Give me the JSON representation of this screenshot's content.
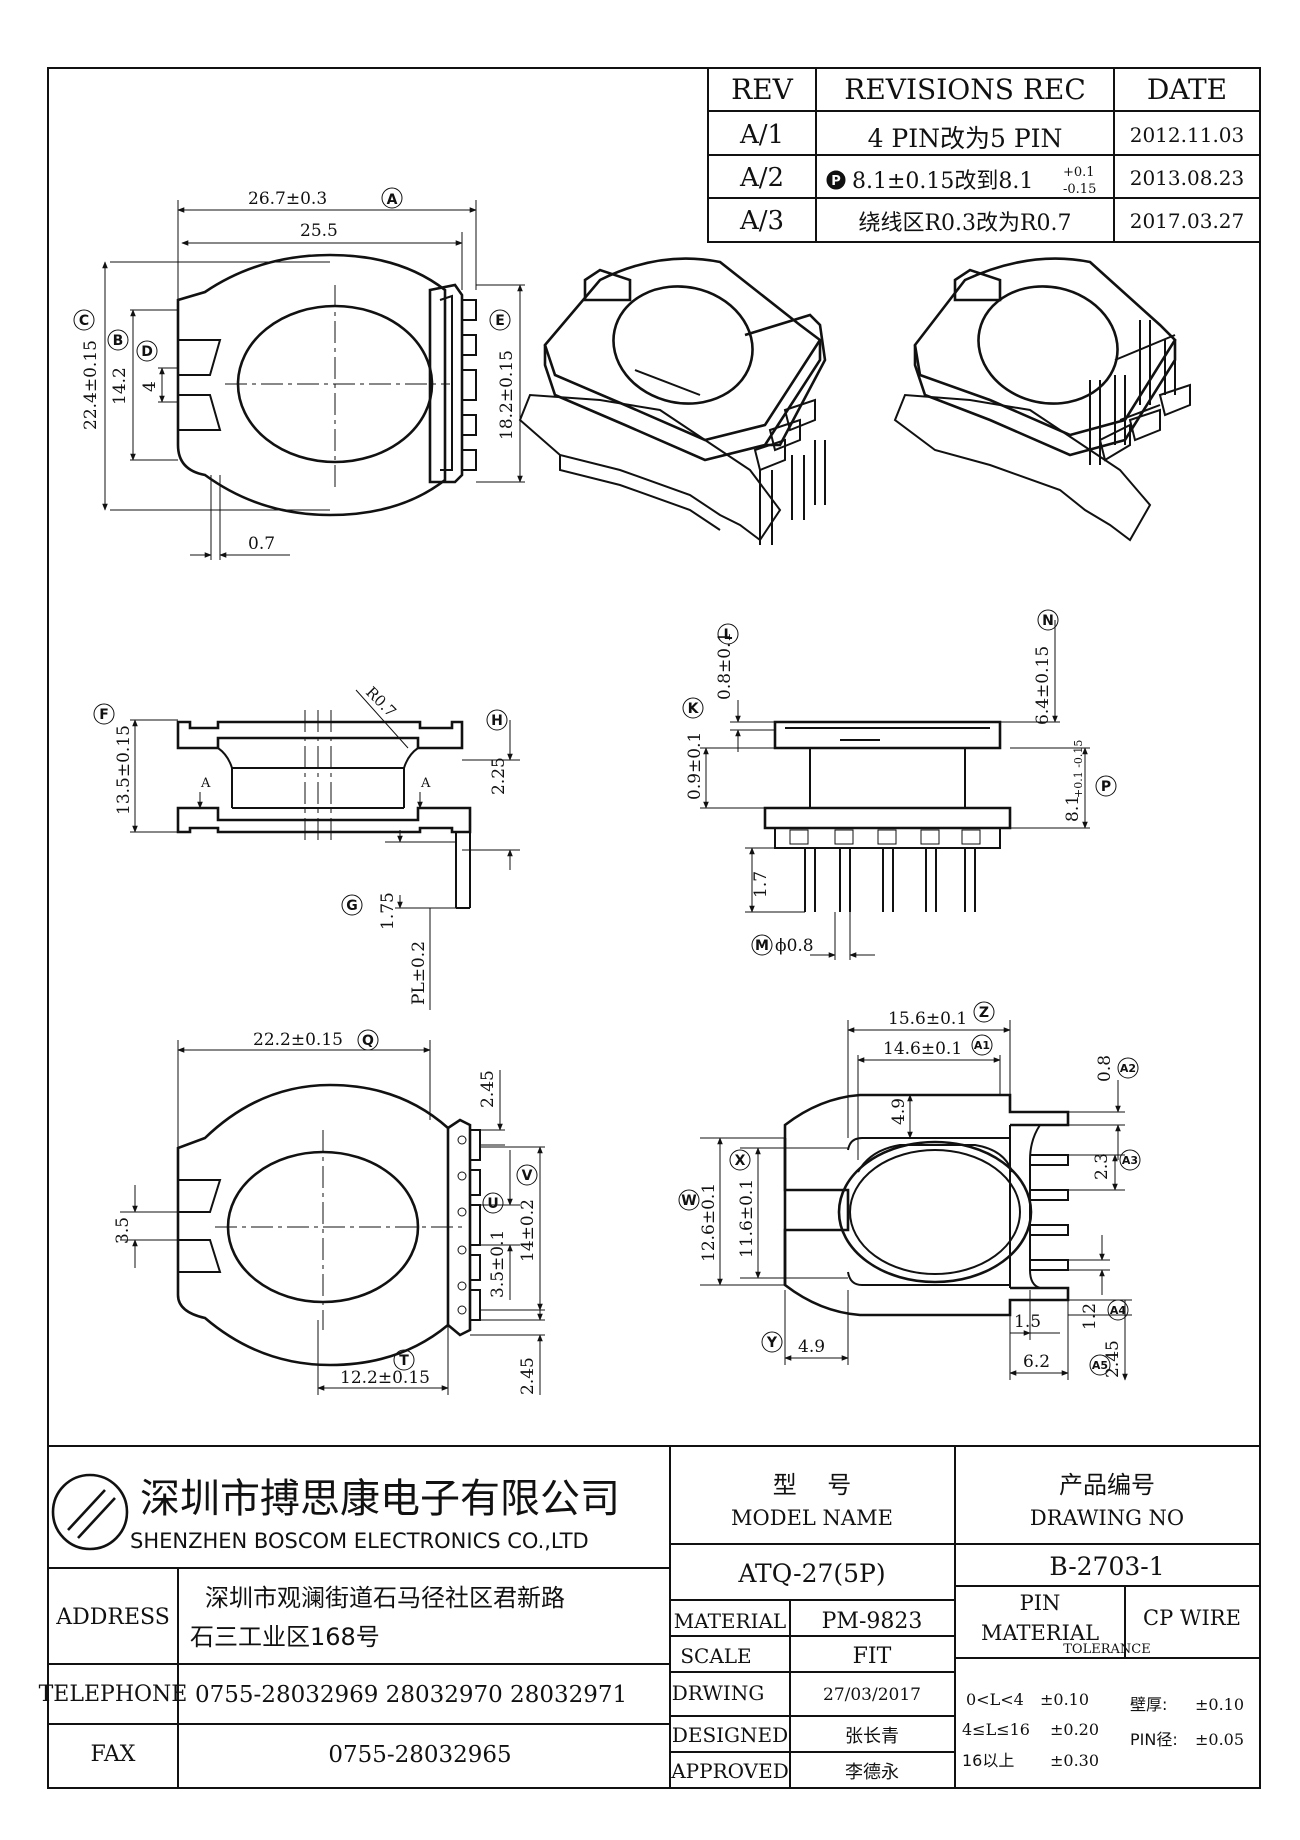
{
  "revisions": {
    "headers": {
      "rev": "REV",
      "rec": "REVISIONS REC",
      "date": "DATE"
    },
    "rows": [
      {
        "rev": "A/1",
        "rec": "4 PIN改为5 PIN",
        "date": "2012.11.03"
      },
      {
        "rev": "A/2",
        "rec_pre": "8.1±0.15改到8.1",
        "rec_sup": "+0.1",
        "rec_sub": "-0.15",
        "date": "2013.08.23"
      },
      {
        "rev": "A/3",
        "rec": "绕线区R0.3改为R0.7",
        "date": "2017.03.27"
      }
    ]
  },
  "markers": {
    "A": "A",
    "B": "B",
    "C": "C",
    "D": "D",
    "E": "E",
    "F": "F",
    "G": "G",
    "H": "H",
    "K": "K",
    "L": "L",
    "M": "M",
    "N": "N",
    "P": "P",
    "Q": "Q",
    "T": "T",
    "U": "U",
    "V": "V",
    "W": "W",
    "X": "X",
    "Y": "Y",
    "Z": "Z",
    "A1": "A1",
    "A2": "A2",
    "A3": "A3",
    "A4": "A4",
    "A5": "A5"
  },
  "top_view": {
    "width_overall": "26.7±0.3",
    "width_inner": "25.5",
    "height_overall": "22.4±0.15",
    "height_flange": "14.2",
    "slot": "4",
    "pin_height": "18.2±0.15",
    "offset": "0.7"
  },
  "side_view": {
    "height": "13.5±0.15",
    "radius": "R0.7",
    "gap": "2.25",
    "section_mark": "A",
    "pin_len": "1.75",
    "pin_pl": "PL±0.2"
  },
  "front_view": {
    "top_thick": "0.8±0.1",
    "flange": "0.9±0.1",
    "height_n": "6.4±0.15",
    "height_p": "8.1",
    "height_p_tol": "+0.1 -0.15",
    "standoff": "1.7",
    "pin_dia": "ϕ0.8"
  },
  "bottom_view": {
    "width": "22.2±0.15",
    "pitch_top": "2.45",
    "notch": "3.5",
    "pin_u": "3.5±0.1",
    "span_v": "14±0.2",
    "bottom_w": "12.2±0.15",
    "pitch_bottom": "2.45"
  },
  "section_view": {
    "outer": "15.6±0.1",
    "inner": "14.6±0.1",
    "wall": "4.9",
    "top_gap": "0.8",
    "pitch": "2.3",
    "h_outer": "12.6±0.1",
    "h_inner": "11.6±0.1",
    "left": "4.9",
    "pin_w": "1.5",
    "tip": "6.2",
    "pin_t": "1.2",
    "end": "2.45"
  },
  "company": {
    "name_cn": "深圳市搏思康电子有限公司",
    "name_en": "SHENZHEN BOSCOM ELECTRONICS CO.,LTD",
    "address_label": "ADDRESS",
    "address_line1": "深圳市观澜街道石马径社区君新路",
    "address_line2": "石三工业区168号",
    "telephone_label": "TELEPHONE",
    "telephone": "0755-28032969 28032970 28032971",
    "fax_label": "FAX",
    "fax": "0755-28032965"
  },
  "title_block": {
    "model_cn": "型    号",
    "model_en": "MODEL NAME",
    "model": "ATQ-27(5P)",
    "drawing_cn": "产品编号",
    "drawing_en": "DRAWING NO",
    "drawing": "B-2703-1",
    "material_label": "MATERIAL",
    "material": "PM-9823",
    "scale_label": "SCALE",
    "scale": "FIT",
    "drawing_label": "DRWING",
    "drawing_date": "27/03/2017",
    "designed_label": "DESIGNED",
    "designed": "张长青",
    "approved_label": "APPROVED",
    "approved": "李德永",
    "pin_label_1": "PIN",
    "pin_label_2": "MATERIAL",
    "pin_material": "CP WIRE",
    "tolerance_label": "TOLERANCE",
    "tol_1_range": "0<L<4",
    "tol_1": "±0.10",
    "tol_2_range": "4≤L≤16",
    "tol_2": "±0.20",
    "tol_3_range": "16以上",
    "tol_3": "±0.30",
    "wall_label": "壁厚:",
    "wall_tol": "±0.10",
    "pin_dia_label": "PIN径:",
    "pin_dia_tol": "±0.05"
  }
}
